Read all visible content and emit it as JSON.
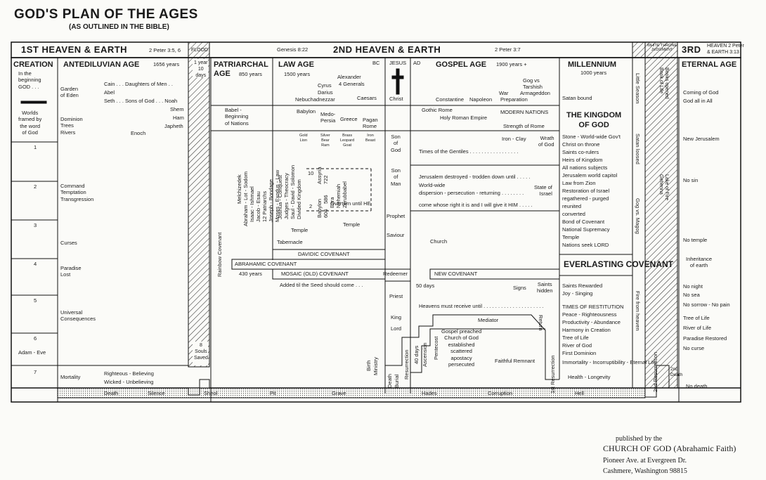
{
  "title": "GOD'S PLAN OF THE AGES",
  "subtitle": "(AS OUTLINED IN THE BIBLE)",
  "bands": {
    "first_heaven": "1ST HEAVEN & EARTH",
    "first_ref": "2 Peter 3:5, 6",
    "flood": "FLOOD",
    "genesis_ref": "Genesis 8:22",
    "second_heaven": "2ND HEAVEN & EARTH",
    "second_ref": "2 Peter 3:7",
    "third": "3RD",
    "third_ref1": "HEAVEN 2 Peter",
    "third_ref2": "& EARTH   3:13",
    "white_throne": "WHITE THRONE JUDGMENT"
  },
  "ages": {
    "creation": "CREATION",
    "antediluvian": "ANTEDILUVIAN AGE",
    "antediluvian_years": "1656 years",
    "patriarchal": "PATRIARCHAL AGE",
    "patriarchal_years": "850 years",
    "law": "LAW AGE",
    "law_years": "1500 years",
    "bc": "BC",
    "jesus": "JESUS",
    "ad": "AD",
    "gospel": "GOSPEL AGE",
    "gospel_years": "1900 years +",
    "millennium": "MILLENNIUM",
    "millennium_years": "1000 years",
    "eternal": "ETERNAL AGE"
  },
  "creation_col": {
    "beginning": "In the\nbeginning\nGOD . . .",
    "worlds": "Worlds\nframed by\nthe word\nof God",
    "days": [
      "1",
      "2",
      "3",
      "4",
      "5",
      "6",
      "7"
    ],
    "adam_eve": "Adam - Eve"
  },
  "antediluvian": {
    "garden": "Garden\nof Eden",
    "dominion": "Dominion\nTrees\nRivers",
    "command": "Command\nTemptation\nTransgression",
    "curses": "Curses",
    "paradise_lost": "Paradise\nLost",
    "universal": "Universal\nConsequences",
    "mortality": "Mortality",
    "cain": "Cain . . . Daughters of Men . .",
    "abel": "Abel",
    "seth": "Seth . . . Sons of God . . . Noah",
    "shem": "Shem",
    "ham": "Ham",
    "japheth": "Japheth",
    "enoch": "Enoch",
    "righteous": "Righteous - Believing",
    "wicked": "Wicked - Unbelieving"
  },
  "flood_col": {
    "year": "1 year\n10\ndays",
    "souls": "8\nSouls\nSaved"
  },
  "patriarchal": {
    "babel": "Babel -\nBeginning\nof Nations",
    "rainbow": "Rainbow Covenant",
    "abrahamic": "ABRAHAMIC COVENANT",
    "years430": "430 years",
    "v1": "Melchizedek",
    "v2": "Abraham - Lot - Sodom",
    "v3": "Isaac - Ishmael",
    "v4": "Jacob - Esau",
    "v5": "12 Patriarchs",
    "v6": "Joseph - Bondage",
    "v7": "Moses - Exodus - Law"
  },
  "law": {
    "cyrus": "Cyrus",
    "darius": "Darius",
    "nebuchadnezzar": "Nebuchadnezzar",
    "alexander": "Alexander",
    "generals": "4 Generals",
    "caesars": "Caesars",
    "babylon": "Babylon",
    "medo_persia": "Medo-\nPersia",
    "greece": "Greece",
    "pagan_rome": "Pagan\nRome",
    "gold": "Gold\nLion",
    "silver": "Silver\nBear\nRam",
    "brass": "Brass\nLeopard\nGoat",
    "iron": "Iron\nBeast",
    "j1": "Joshua - Conquest",
    "j2": "Judges - Theocracy",
    "j3": "Saul - David - Solomon",
    "j4": "Divided Kingdom",
    "n10": "10",
    "n2": "2",
    "assyria": "Assyria",
    "a722": "722",
    "babylon_v": "Babylon",
    "b606": "606",
    "b586": "586",
    "ezra": "Ezra",
    "nehemiah": "Nehemiah",
    "zerubbabel": "Zerubbabel",
    "overturn": "Overturn until HE",
    "temple1": "Temple",
    "temple2": "Temple",
    "tabernacle": "Tabernacle",
    "davidic": "DAVIDIC COVENANT",
    "mosaic": "MOSAIC (OLD) COVENANT",
    "added": "Added til the Seed should come . . ."
  },
  "jesus_col": {
    "christ": "Christ",
    "son_god": "Son\nof\nGod",
    "son_man": "Son\nof\nMan",
    "prophet": "Prophet",
    "saviour": "Saviour",
    "redeemer": "Redeemer",
    "priest": "Priest",
    "king": "King",
    "lord": "Lord",
    "birth": "Birth",
    "ministry": "Ministry",
    "death": "Death",
    "burial": "Burial",
    "resurrection": "Resurrection",
    "days40": "40 days",
    "ascension": "Ascension",
    "pentecost": "Pentecost"
  },
  "gospel": {
    "constantine": "Constantine",
    "napoleon": "Napoleon",
    "war": "War",
    "preparation": "Preparation",
    "gog": "Gog vs\nTarshish",
    "armageddon": "Armageddon",
    "gothic": "Gothic Rome",
    "holy_roman": "Holy Roman Empire",
    "modern": "MODERN NATIONS",
    "strength": "Strength of Rome",
    "iron_clay": "Iron - Clay",
    "wrath": "Wrath\nof God",
    "gentiles": "Times of the Gentiles . . . . . . . . . . . . . . . . .",
    "jerusalem": "Jerusalem destroyed - trodden down until . . . . .",
    "worldwide": "World-wide",
    "dispersion": "dispersion - persecution - returning  . . . . . . . .",
    "state": "State of\nIsrael",
    "come": "come whose right it is and I will give it HIM . . . . .",
    "church": "Church",
    "new_covenant": "NEW COVENANT",
    "days50": "50 days",
    "signs": "Signs",
    "saints_hidden": "Saints\nhidden",
    "heavens": "Heavens must receive until . . . . . . . . . . . . . . . . . . . . .",
    "mediator": "Mediator",
    "return": "Return",
    "gospel_preached": "Gospel preached\nChurch of God\nestablished\nscattered\napostacy\npersecuted",
    "faithful": "Faithful Remnant",
    "first_res": "1st Resurrection"
  },
  "millennium": {
    "satan_bound": "Satan bound",
    "kingdom": "THE KINGDOM\nOF GOD",
    "list1": [
      "Stone - World-wide Gov't",
      "Christ on throne",
      "Saints co-rulers",
      "Heirs of Kingdom",
      "All nations subjects",
      "Jerusalem world capitol",
      "Law from Zion",
      "Restoration of Israel",
      "regathered - purged",
      "reunited",
      "converted",
      "Bond of Covenant",
      "National Supremacy",
      "Temple",
      "Nations seek LORD"
    ],
    "everlasting": "EVERLASTING COVENANT",
    "list2": [
      "Saints Rewarded",
      "Joy - Singing"
    ],
    "restitution": "TIMES OF RESTITUTION",
    "list3": [
      "Peace - Righteousness",
      "Productivity - Abundance",
      "Harmony in Creation",
      "Tree of Life",
      "River of God",
      "First Dominion"
    ],
    "immortality": "Immortality - Incorruptibility - Eternal Life",
    "health": "Health - Longevity",
    "little": "Little Season",
    "satan_loosed": "Satan loosed",
    "gog_magog": "Gog vs. Magog",
    "fire": "Fire from heaven",
    "books": "Books opened\nBook of Life",
    "lake": "Lake of Fire\nGehenna",
    "res2": "2nd Resurrection",
    "death2": "2nd\nDeath"
  },
  "eternal": {
    "coming": "Coming of God",
    "all": "God all in All",
    "new_jerusalem": "New Jerusalem",
    "no_sin": "No sin",
    "no_temple": "No temple",
    "inheritance": "Inheritance\nof earth",
    "no_night": "No night",
    "no_sea": "No sea",
    "no_sorrow": "No sorrow - No pain",
    "tree": "Tree of Life",
    "river": "River of Life",
    "paradise": "Paradise Restored",
    "no_curse": "No curse",
    "no_death": "No death"
  },
  "grave_strip": {
    "death": "Death",
    "silence": "Silence",
    "sheol": "Sheol",
    "pit": "Pit",
    "grave": "Grave",
    "hades": "Hades",
    "corruption": "Corruption",
    "hell": "Hell"
  },
  "footer": {
    "published": "published by the",
    "org": "CHURCH OF GOD (Abrahamic Faith)",
    "addr1": "Pioneer Ave. at Evergreen Dr.",
    "addr2": "Cashmere, Washington 98815"
  }
}
